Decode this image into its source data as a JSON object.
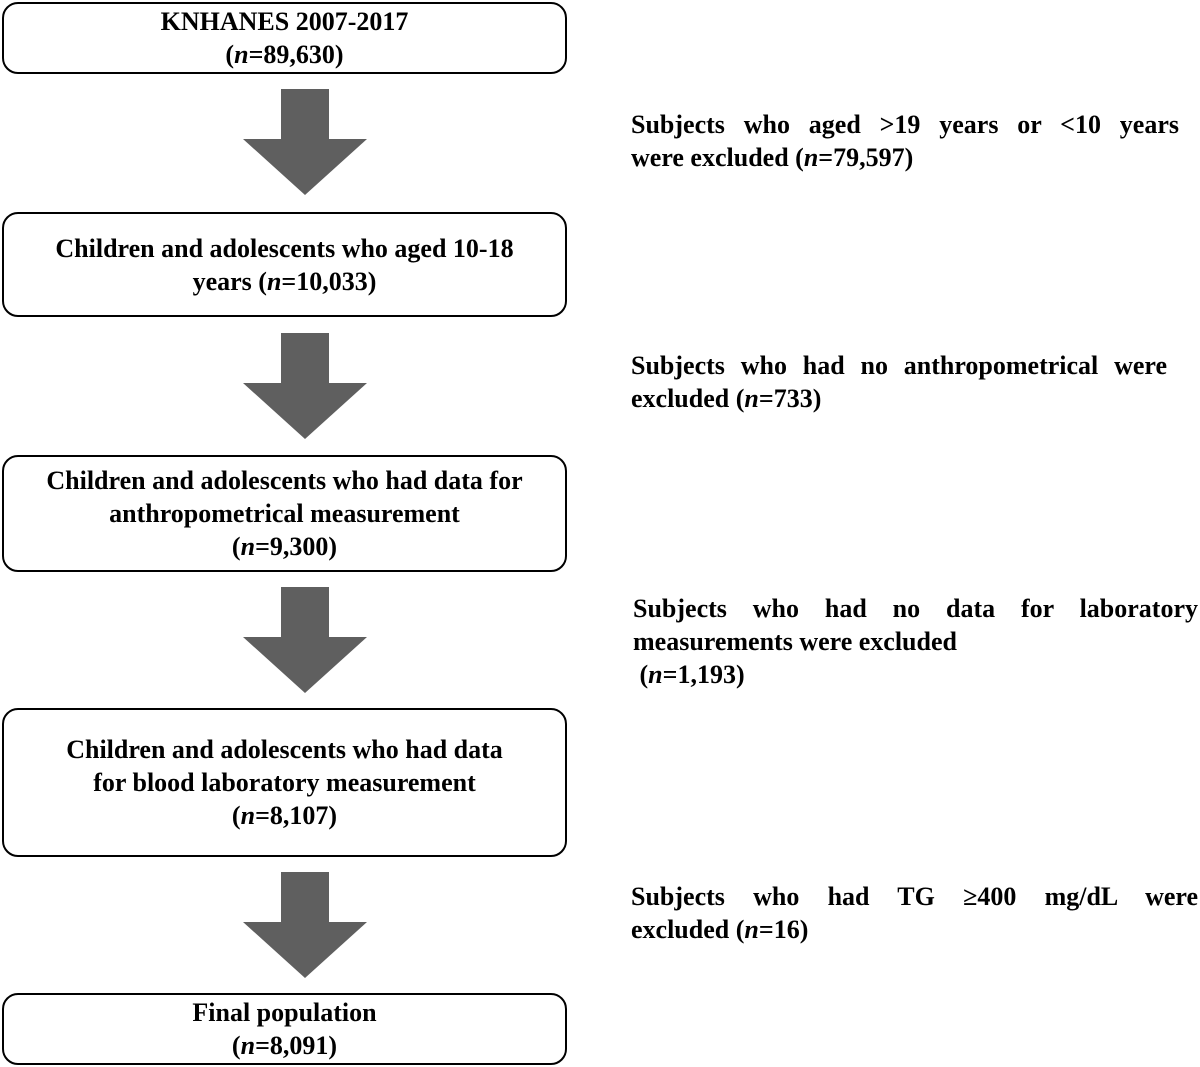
{
  "colors": {
    "arrow": "#5f5f5f",
    "border": "#000000",
    "text": "#000000"
  },
  "boxes": [
    {
      "lines": [
        "KNHANES 2007-2017"
      ],
      "n": "89,630",
      "n_suffix": ")"
    },
    {
      "lines": [
        "Children and adolescents who aged 10-18"
      ],
      "n_prefix": "years (",
      "n": "10,033",
      "n_suffix": ")"
    },
    {
      "lines": [
        "Children and adolescents who had data for",
        "anthropometrical measurement"
      ],
      "n": "9,300",
      "n_suffix": ")"
    },
    {
      "lines": [
        "Children and adolescents who had data",
        "for blood laboratory measurement"
      ],
      "n": "8,107",
      "n_suffix": ")"
    },
    {
      "lines": [
        "Final population"
      ],
      "n": "8,091",
      "n_suffix": ")"
    }
  ],
  "exclusions": [
    {
      "line1": "Subjects who aged >19 years or <10  years",
      "line2_prefix": "were excluded (",
      "n": "79,597",
      "suffix": ")"
    },
    {
      "line1": "Subjects who had no anthropometrical were",
      "line2_prefix": "excluded (",
      "n": "733",
      "suffix": ")"
    },
    {
      "line1": "Subjects who had no data for laboratory",
      "line2": "measurements were excluded",
      "line3_prefix": " (",
      "n": "1,193",
      "suffix": ")"
    },
    {
      "line1": "Subjects who had TG ≥400 mg/dL were",
      "line2_prefix": "excluded (",
      "n": "16",
      "suffix": ")"
    }
  ],
  "n_label": "n",
  "n_eq": "="
}
